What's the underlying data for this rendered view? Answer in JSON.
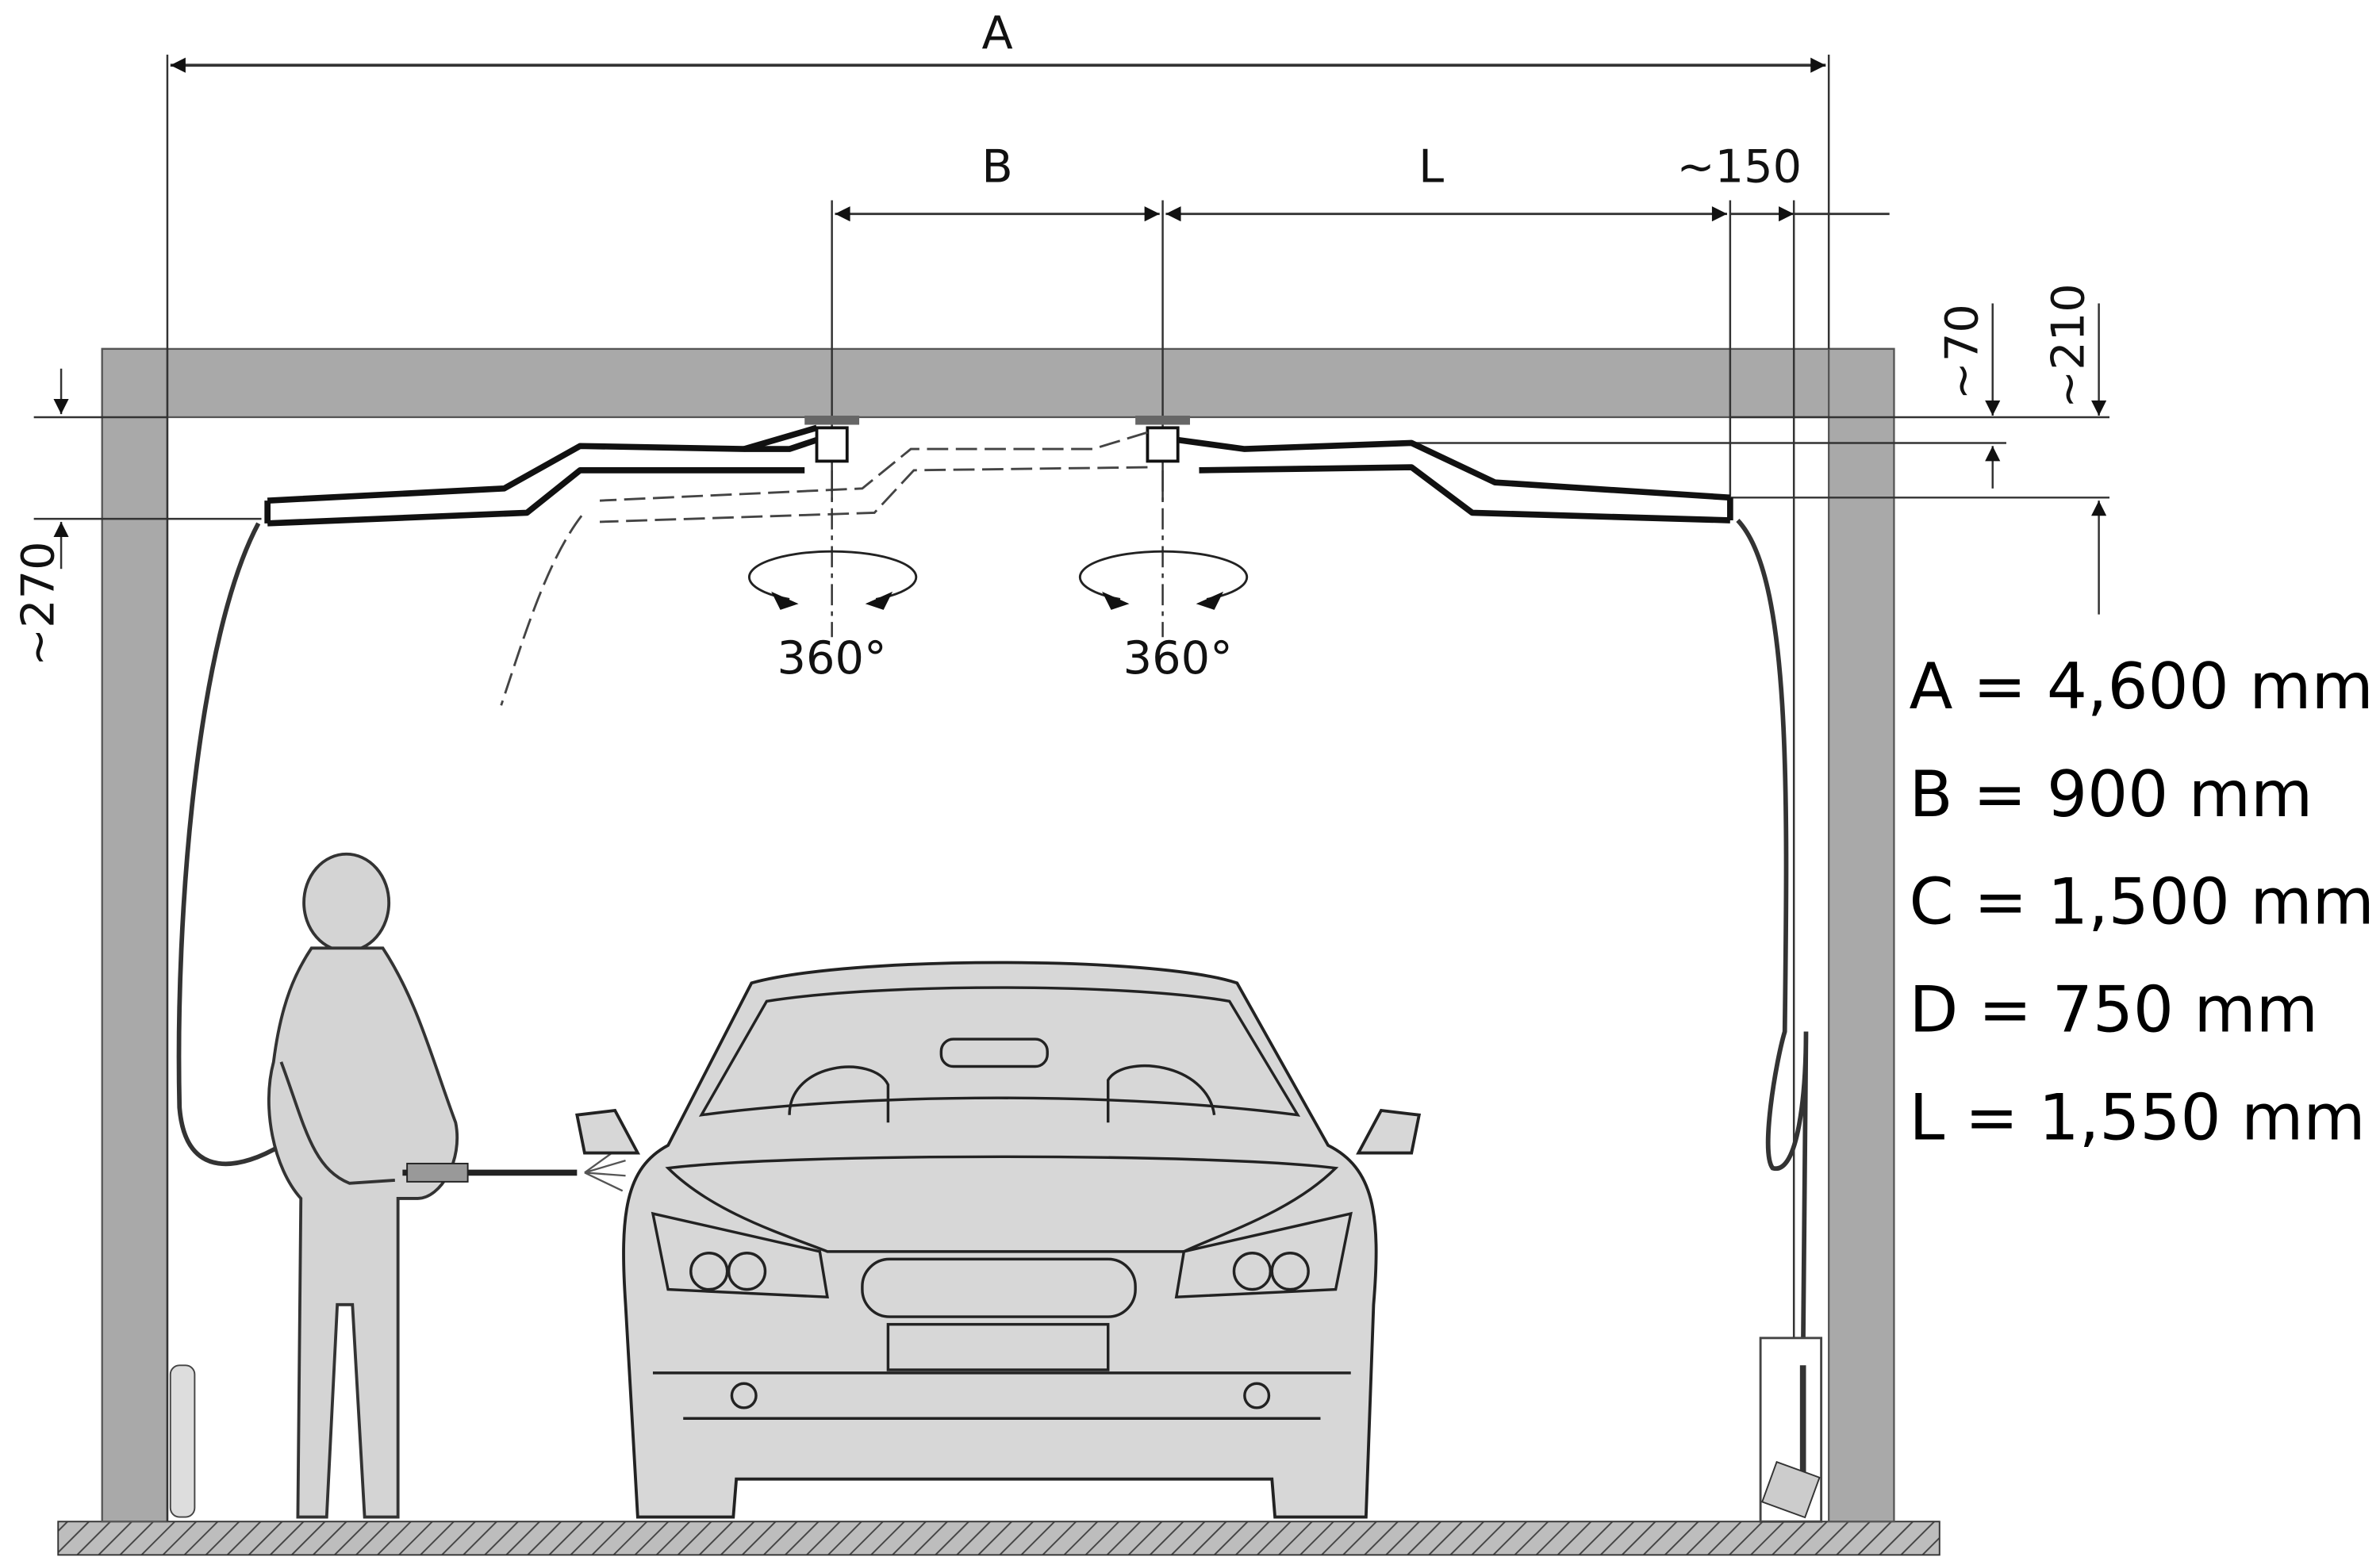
{
  "dimensions": {
    "a_label": "A",
    "b_label": "B",
    "l_label": "L",
    "offset_150": "~150",
    "offset_70": "~70",
    "offset_210": "~210",
    "offset_270": "~270",
    "rotation_left": "360°",
    "rotation_right": "360°"
  },
  "legend": [
    {
      "text": "A = 4,600 mm"
    },
    {
      "text": "B = 900 mm"
    },
    {
      "text": "C = 1,500 mm"
    },
    {
      "text": "D = 750 mm"
    },
    {
      "text": "L = 1,550 mm"
    }
  ],
  "colors": {
    "wall": "#a9a9a9",
    "car": "#d7d7d7",
    "figure": "#d4d4d4"
  }
}
